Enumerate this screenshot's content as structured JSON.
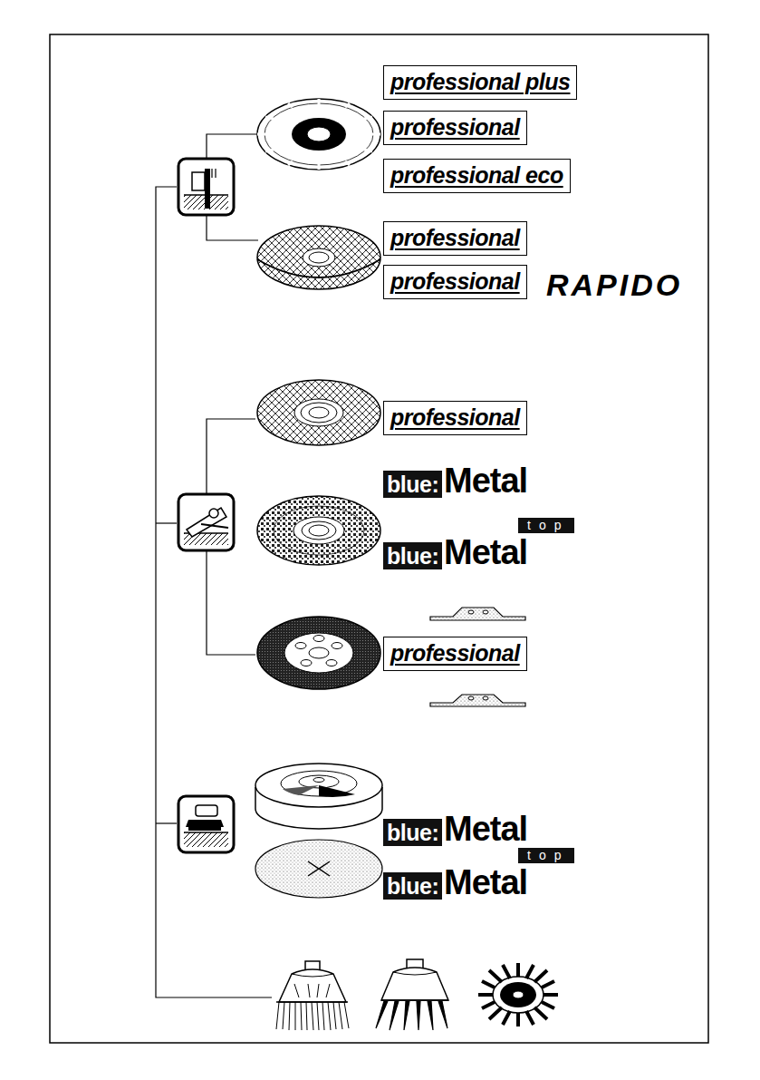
{
  "diagram": {
    "nodes": [
      {
        "text": [
          "professional plus"
        ]
      },
      {
        "text": [
          "professional"
        ]
      },
      {
        "text": [
          "professional eco"
        ]
      },
      {
        "text": [
          "professional"
        ]
      },
      {
        "text": [
          "professional"
        ]
      },
      {
        "text": [
          "professional"
        ]
      },
      {
        "text": [
          "professional"
        ]
      }
    ],
    "labels": [
      "RAPIDO",
      "blue:",
      "Metal",
      "top",
      "blue:",
      "Metal",
      "blue:",
      "Metal",
      "top",
      "blue:",
      "Metal"
    ]
  }
}
